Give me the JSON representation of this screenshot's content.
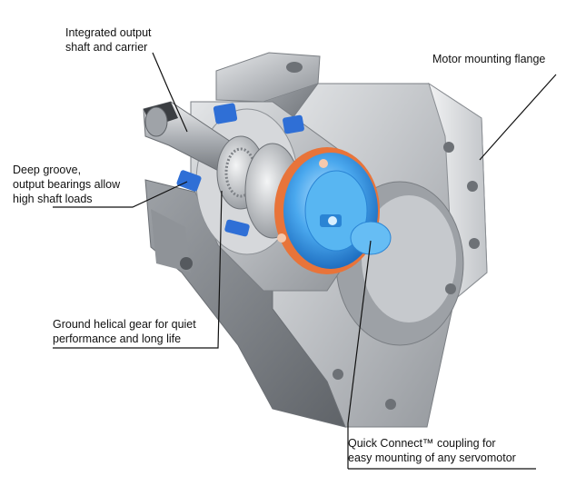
{
  "callouts": {
    "output_shaft": {
      "lines": [
        "Integrated output",
        "shaft and carrier"
      ]
    },
    "motor_flange": {
      "lines": [
        "Motor mounting flange"
      ]
    },
    "bearings": {
      "lines": [
        "Deep groove,",
        "output bearings allow",
        "high shaft loads"
      ]
    },
    "helical_gear": {
      "lines": [
        "Ground helical gear for quiet",
        "performance and long life"
      ]
    },
    "coupling": {
      "lines": [
        "Quick Connect™ coupling for",
        "easy mounting of any servomotor"
      ]
    }
  },
  "colors": {
    "housing_light": "#c9ccd0",
    "housing_mid": "#a7abb0",
    "housing_dark": "#6e7277",
    "bearing_blue": "#2f6fd6",
    "coupling_blue": "#4aa8ee",
    "coupling_ring": "#e8743a",
    "leader_line": "#111111"
  }
}
